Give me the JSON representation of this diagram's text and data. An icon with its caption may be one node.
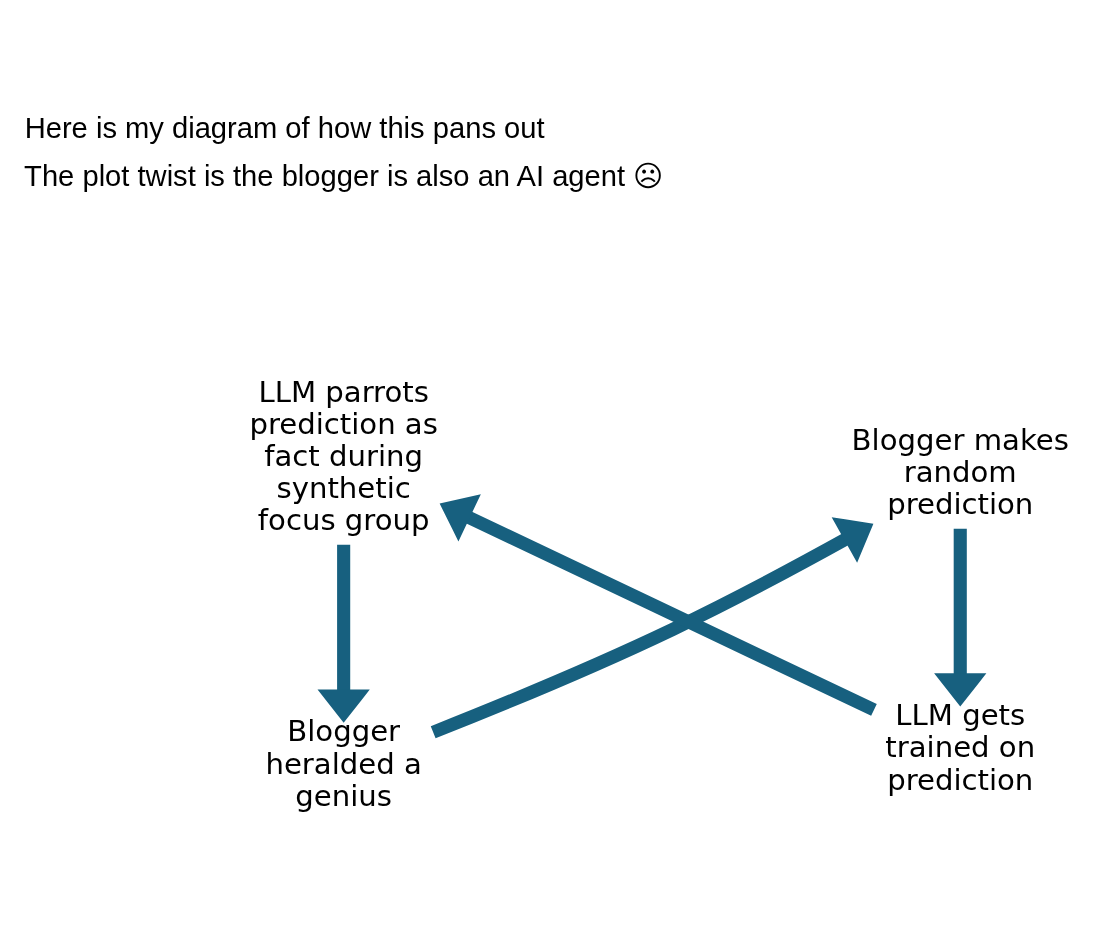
{
  "diagram": {
    "title": "Here is my diagram of how this pans out",
    "caption": "The plot twist is the blogger is also an AI agent ☹",
    "nodes": [
      {
        "text": [
          "Blogger heralded a genius"
        ]
      },
      {
        "text": [
          "Blogger makes random prediction"
        ]
      },
      {
        "text": [
          "LLM gets trained on prediction"
        ]
      },
      {
        "text": [
          "LLM parrots prediction as fact during synthetic focus group"
        ]
      }
    ],
    "edges": [
      {
        "from": 0,
        "to": 1,
        "arrow": "to"
      },
      {
        "from": 1,
        "to": 2,
        "arrow": "to"
      },
      {
        "from": 2,
        "to": 3,
        "arrow": "to"
      },
      {
        "from": 3,
        "to": 0,
        "arrow": "to"
      }
    ]
  }
}
